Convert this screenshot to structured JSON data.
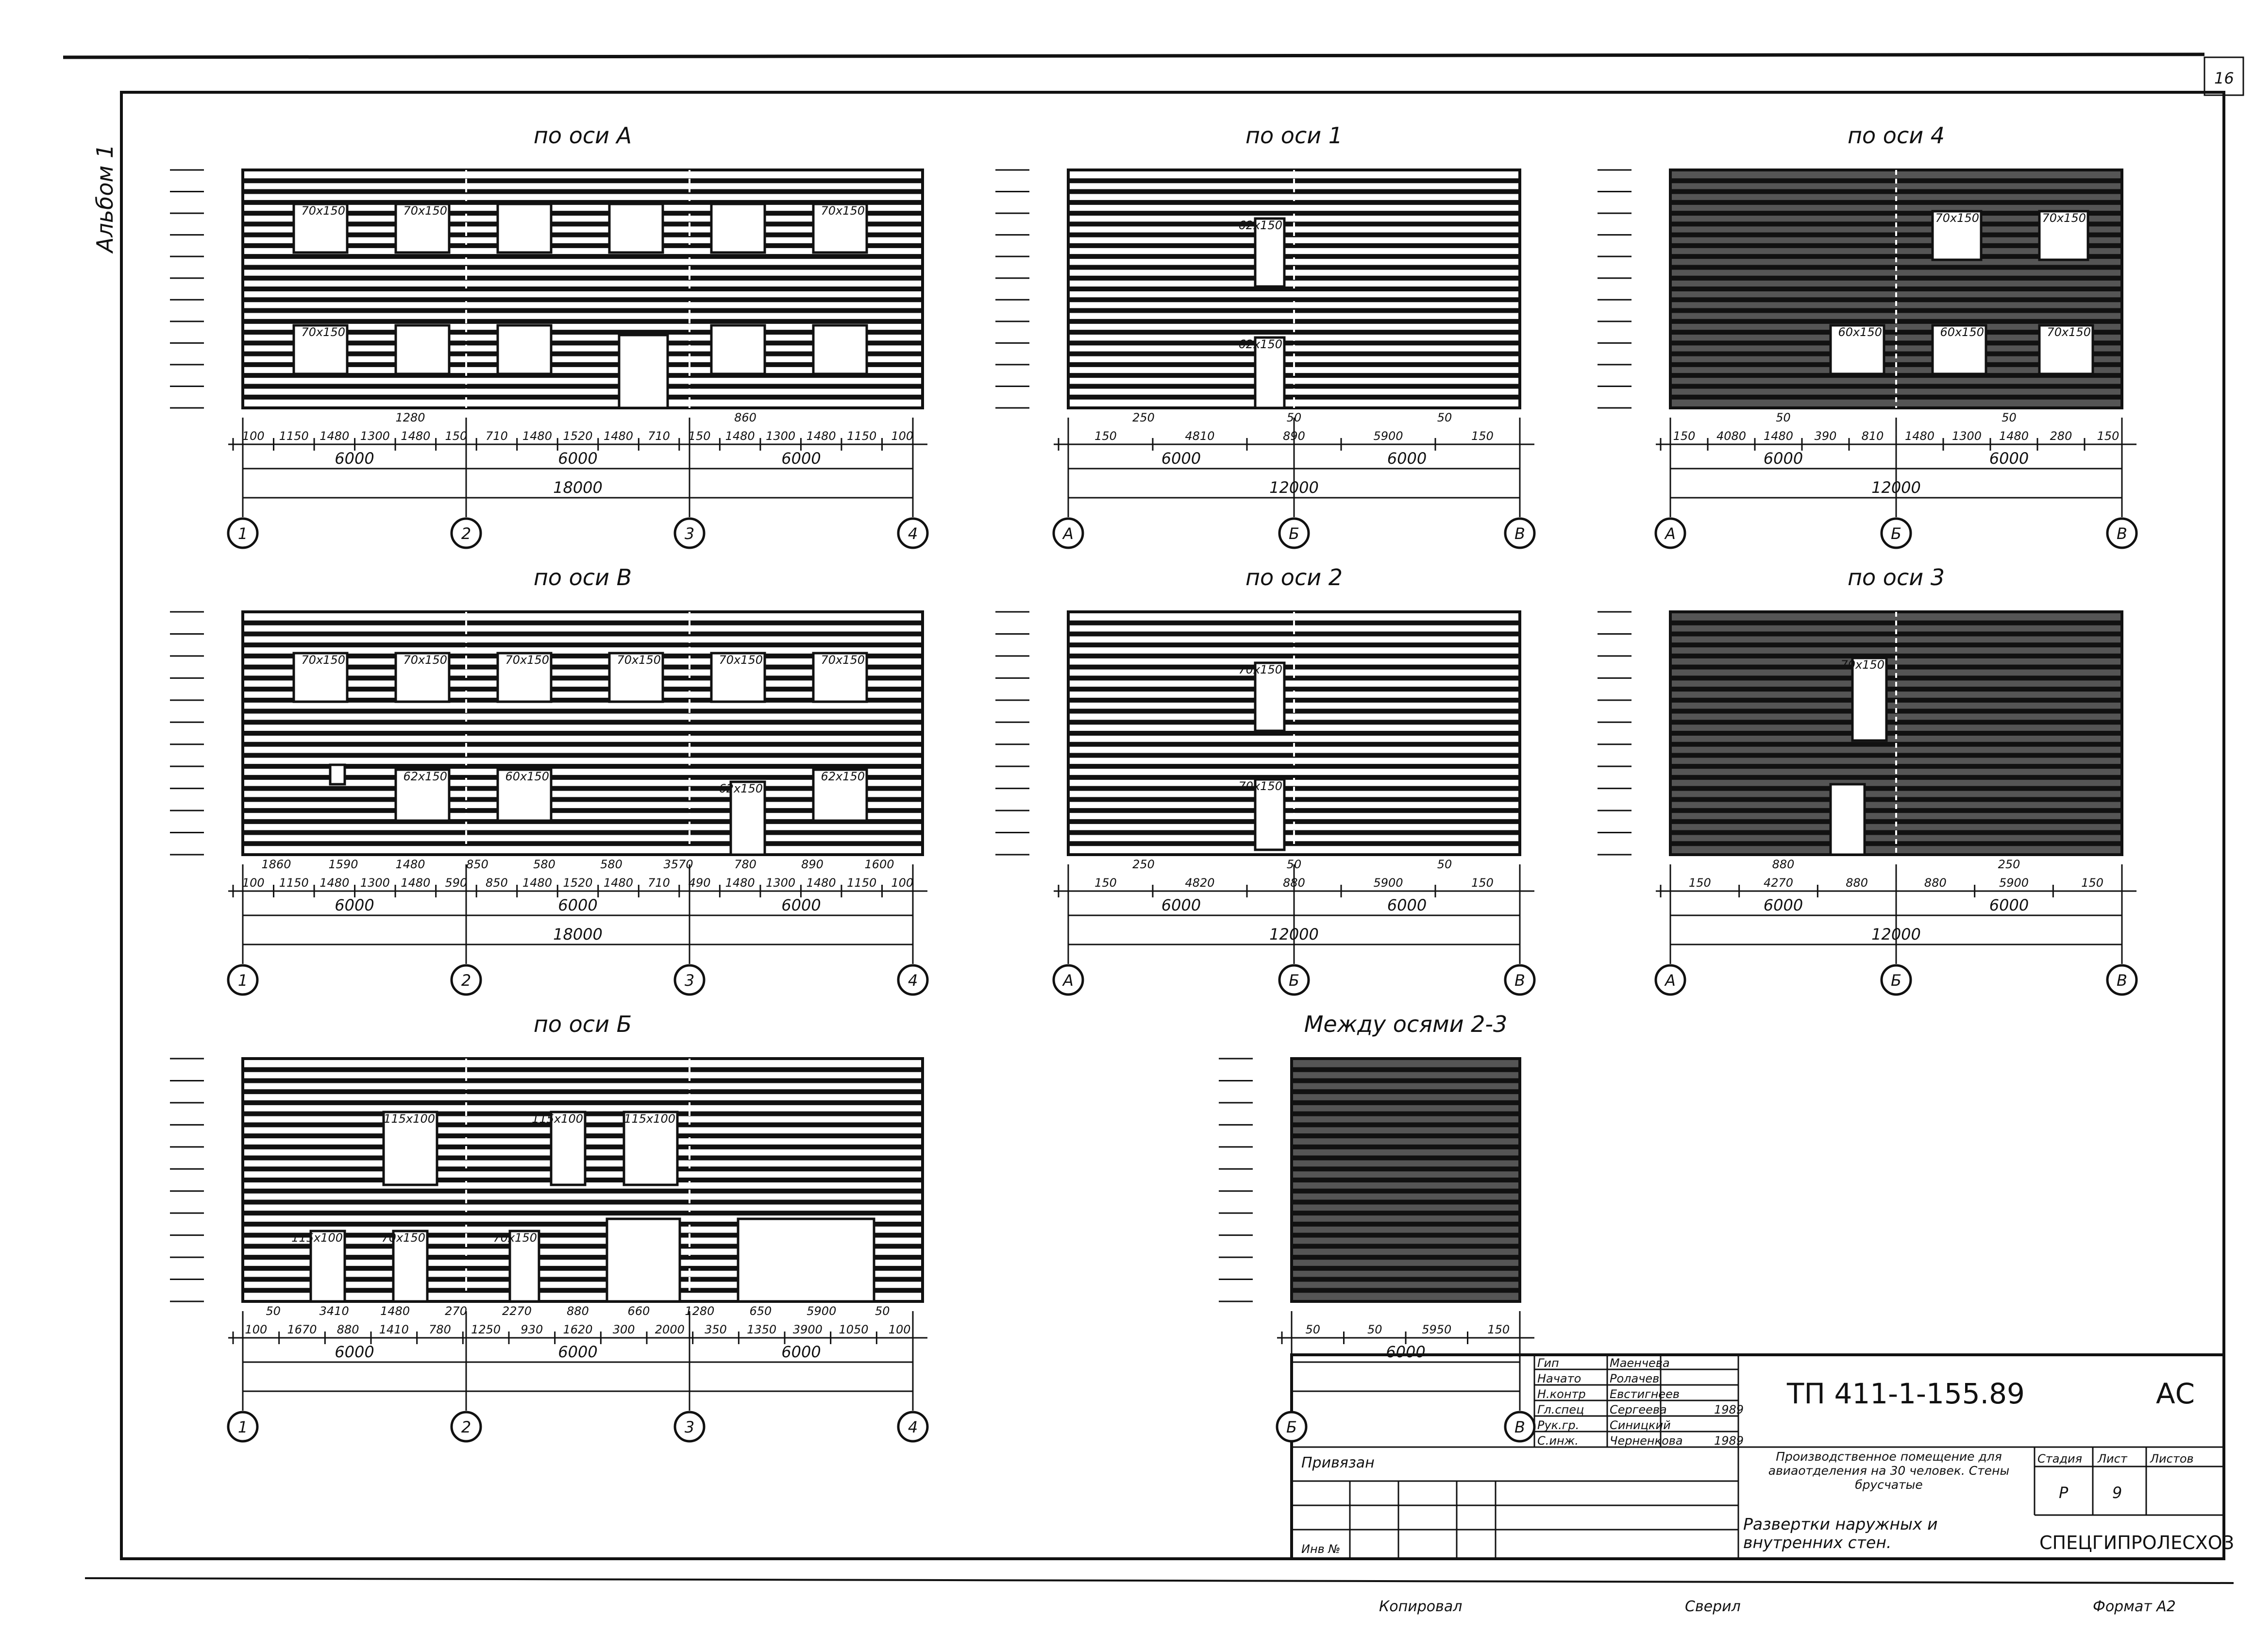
{
  "sheet": {
    "sheet_number": "16",
    "left_margin_note": "Альбом 1",
    "bottom_notes": {
      "copied": "Копировал",
      "checked": "Сверил",
      "format": "Формат А2"
    }
  },
  "panels": [
    {
      "id": "axis-a",
      "title": "по оси А",
      "total_dim": "18000",
      "segment_dims": [
        "6000",
        "6000",
        "6000"
      ],
      "detail_dims": [
        "100",
        "1150",
        "1480",
        "1300",
        "1480",
        "150",
        "710",
        "1480",
        "1520",
        "1480",
        "710",
        "150",
        "1480",
        "1300",
        "1480",
        "1150",
        "100"
      ],
      "extra_dims": [
        "1280",
        "860"
      ],
      "axes": [
        "1",
        "2",
        "3",
        "4"
      ],
      "window_labels": [
        "70х150",
        "70х150",
        "70х150",
        "70х150"
      ]
    },
    {
      "id": "axis-1",
      "title": "по оси 1",
      "total_dim": "12000",
      "segment_dims": [
        "6000",
        "6000"
      ],
      "detail_dims": [
        "150",
        "4810",
        "890",
        "5900",
        "150"
      ],
      "extra_dims": [
        "250",
        "50",
        "50"
      ],
      "axes": [
        "А",
        "Б",
        "В"
      ],
      "window_labels": [
        "62х150",
        "62х150"
      ]
    },
    {
      "id": "axis-4",
      "title": "по оси 4",
      "total_dim": "12000",
      "segment_dims": [
        "6000",
        "6000"
      ],
      "detail_dims": [
        "150",
        "4080",
        "1480",
        "390",
        "810",
        "1480",
        "1300",
        "1480",
        "280",
        "150"
      ],
      "extra_dims": [
        "50",
        "50"
      ],
      "axes": [
        "А",
        "Б",
        "В"
      ],
      "window_labels": [
        "70х150",
        "70х150",
        "60х150",
        "60х150",
        "70х150"
      ]
    },
    {
      "id": "axis-v",
      "title": "по оси В",
      "total_dim": "18000",
      "segment_dims": [
        "6000",
        "6000",
        "6000"
      ],
      "detail_dims": [
        "100",
        "1150",
        "1480",
        "1300",
        "1480",
        "590",
        "850",
        "1480",
        "1520",
        "1480",
        "710",
        "490",
        "1480",
        "1300",
        "1480",
        "1150",
        "100"
      ],
      "extra_dims": [
        "1860",
        "1590",
        "1480",
        "850",
        "580",
        "580",
        "3570",
        "780",
        "890",
        "1600"
      ],
      "axes": [
        "1",
        "2",
        "3",
        "4"
      ],
      "window_labels": [
        "70х150",
        "70х150",
        "70х150",
        "70х150",
        "70х150",
        "70х150",
        "62х150",
        "60х150",
        "62х150",
        "62х150"
      ]
    },
    {
      "id": "axis-2",
      "title": "по оси 2",
      "total_dim": "12000",
      "segment_dims": [
        "6000",
        "6000"
      ],
      "detail_dims": [
        "150",
        "4820",
        "880",
        "5900",
        "150"
      ],
      "extra_dims": [
        "250",
        "50",
        "50"
      ],
      "axes": [
        "А",
        "Б",
        "В"
      ],
      "window_labels": [
        "70х150",
        "70х150"
      ]
    },
    {
      "id": "axis-3",
      "title": "по оси 3",
      "total_dim": "12000",
      "segment_dims": [
        "6000",
        "6000"
      ],
      "detail_dims": [
        "150",
        "4270",
        "880",
        "880",
        "5900",
        "150"
      ],
      "extra_dims": [
        "880",
        "250"
      ],
      "axes": [
        "А",
        "Б",
        "В"
      ],
      "window_labels": [
        "70х150"
      ]
    },
    {
      "id": "axis-b",
      "title": "по оси Б",
      "total_dim": "",
      "segment_dims": [
        "6000",
        "6000",
        "6000"
      ],
      "detail_dims": [
        "100",
        "1670",
        "880",
        "1410",
        "780",
        "1250",
        "930",
        "1620",
        "300",
        "2000",
        "350",
        "1350",
        "3900",
        "1050",
        "100"
      ],
      "extra_dims": [
        "50",
        "3410",
        "1480",
        "270",
        "2270",
        "880",
        "660",
        "1280",
        "650",
        "5900",
        "50"
      ],
      "axes": [
        "1",
        "2",
        "3",
        "4"
      ],
      "window_labels": [
        "115х100",
        "115х100",
        "115х100",
        "115х100",
        "70х150",
        "70х150"
      ]
    },
    {
      "id": "between-2-3",
      "title": "Между осями 2-3",
      "total_dim": "6000",
      "segment_dims": [],
      "detail_dims": [
        "50",
        "50",
        "5950",
        "150"
      ],
      "extra_dims": [],
      "axes": [
        "Б",
        "В"
      ],
      "window_labels": []
    }
  ],
  "stamp": {
    "code": "ТП 411-1-155.89",
    "mark": "АС",
    "bound_label": "Привязан",
    "inv_label": "Инв №",
    "roles": [
      {
        "role": "Гип",
        "name": "Маенчева"
      },
      {
        "role": "Начато",
        "name": "Ролачев"
      },
      {
        "role": "Н.контр",
        "name": "Евстигнеев"
      },
      {
        "role": "Гл.спец",
        "name": "Сергеева"
      },
      {
        "role": "Рук.гр.",
        "name": "Синицкий"
      },
      {
        "role": "С.инж.",
        "name": "Черненкова"
      }
    ],
    "year_1": "1989",
    "year_2": "1989",
    "project_title": "Производственное помещение для авиаотделения на 30 человек. Стены брусчатые",
    "sheet_title": "Развертки наружных и внутренних стен.",
    "stage_header": "Стадия",
    "sheet_header": "Лист",
    "sheets_header": "Листов",
    "stage": "Р",
    "sheet": "9",
    "sheets": "",
    "organization": "СПЕЦГИПРОЛЕСХОЗ"
  }
}
